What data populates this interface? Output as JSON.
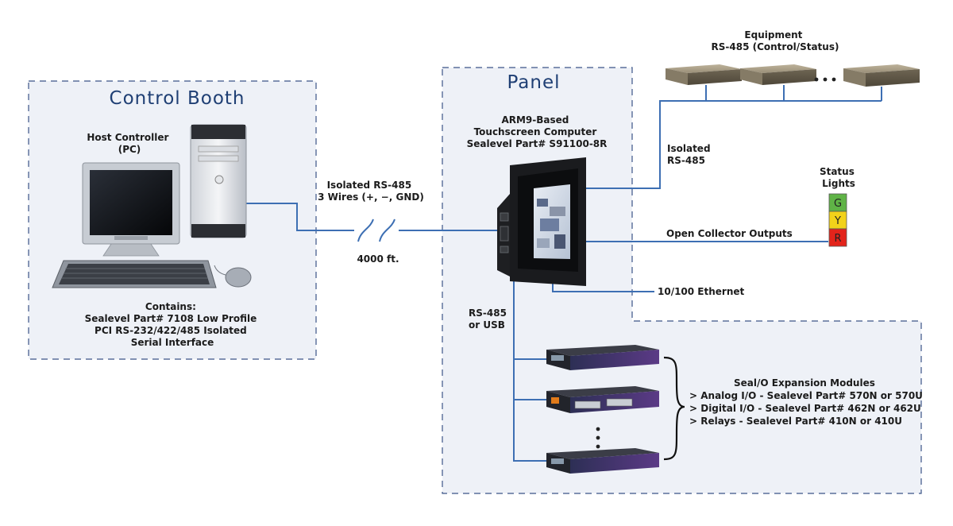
{
  "zones": {
    "control_booth": "Control Booth",
    "panel": "Panel"
  },
  "labels": {
    "equipment": [
      "Equipment",
      "RS-485 (Control/Status)"
    ],
    "host_controller": [
      "Host Controller",
      "(PC)"
    ],
    "contains": [
      "Contains:",
      "Sealevel Part# 7108 Low Profile",
      "PCI RS-232/422/485 Isolated",
      "Serial Interface"
    ],
    "arm9": [
      "ARM9-Based",
      "Touchscreen Computer",
      "Sealevel Part# S91100-8R"
    ],
    "isolated_rs485_link": [
      "Isolated RS-485",
      "3 Wires (+, −, GND)"
    ],
    "distance": "4000 ft.",
    "isolated_rs485_equipment": [
      "Isolated",
      "RS-485"
    ],
    "status_lights": [
      "Status",
      "Lights"
    ],
    "open_collector": "Open Collector Outputs",
    "ethernet": "10/100 Ethernet",
    "rs485_usb": [
      "RS-485",
      "or USB"
    ],
    "expansion": [
      "Seal/O Expansion Modules",
      "> Analog I/O - Sealevel Part# 570N or 570U",
      "> Digital I/O - Sealevel Part# 462N or 462U",
      "> Relays - Sealevel Part# 410N or 410U"
    ]
  },
  "status_lights": [
    {
      "letter": "G",
      "color": "#5fb346"
    },
    {
      "letter": "Y",
      "color": "#f2d21a"
    },
    {
      "letter": "R",
      "color": "#e3241b"
    }
  ],
  "colors": {
    "zone_border": "#3b5487",
    "zone_fill": "#eef1f7",
    "wire": "#3d6fb3",
    "title": "#1f3f74"
  }
}
